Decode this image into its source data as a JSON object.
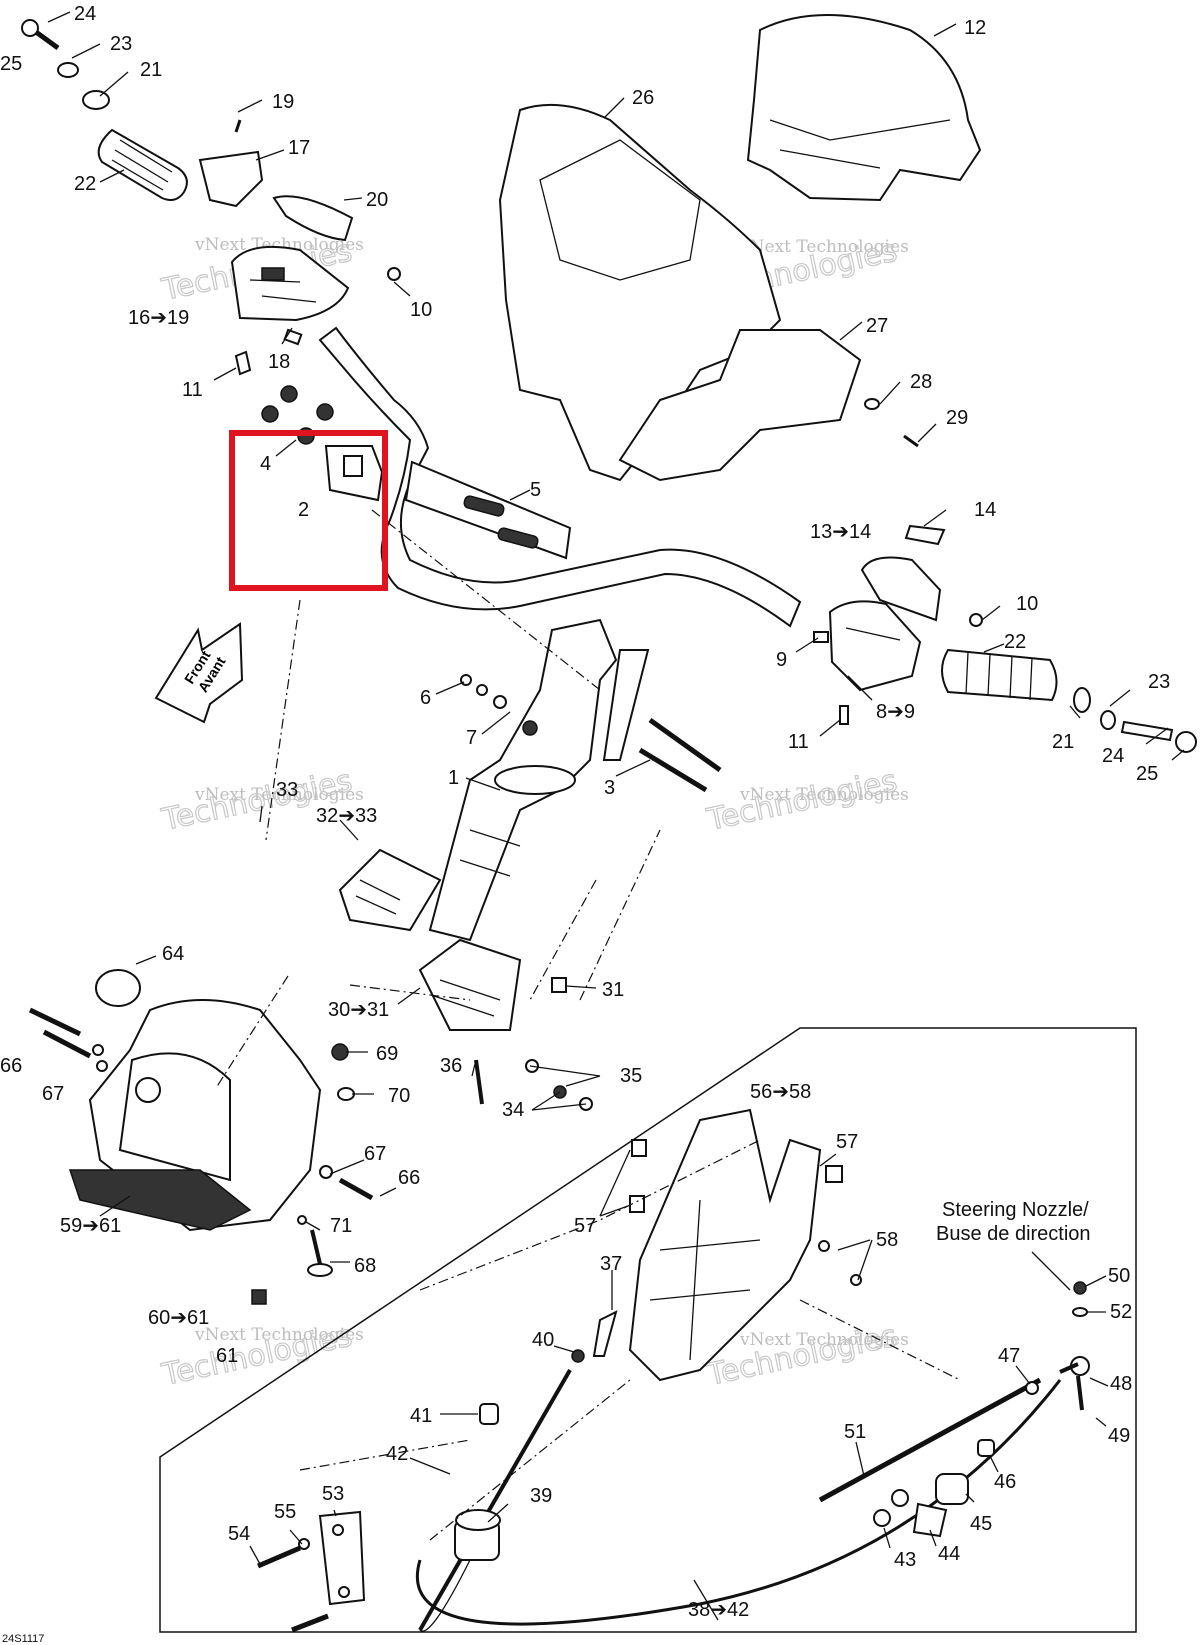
{
  "diagram_code": "24S1117",
  "front_label": [
    "Front",
    "Avant"
  ],
  "nozzle_label": [
    "Steering Nozzle/",
    "Buse de direction"
  ],
  "watermark": {
    "line1": "vNext Technologies",
    "line2": "Technologies",
    "line3": "vNext"
  },
  "highlight_color": "#e0141e",
  "callouts": [
    "24",
    "25",
    "23",
    "21",
    "22",
    "19",
    "17",
    "20",
    "16➔19",
    "10",
    "11",
    "18",
    "12",
    "26",
    "27",
    "28",
    "29",
    "4",
    "2",
    "5",
    "13➔14",
    "14",
    "10",
    "9",
    "22",
    "8➔9",
    "11",
    "21",
    "23",
    "24",
    "25",
    "6",
    "7",
    "1",
    "3",
    "33",
    "32➔33",
    "64",
    "30➔31",
    "31",
    "66",
    "67",
    "69",
    "70",
    "36",
    "35",
    "34",
    "56➔58",
    "57",
    "67",
    "66",
    "59➔61",
    "71",
    "68",
    "57",
    "58",
    "37",
    "60➔61",
    "61",
    "40",
    "41",
    "42",
    "53",
    "55",
    "54",
    "39",
    "51",
    "47",
    "48",
    "49",
    "50",
    "52",
    "46",
    "45",
    "44",
    "43",
    "38➔42"
  ]
}
